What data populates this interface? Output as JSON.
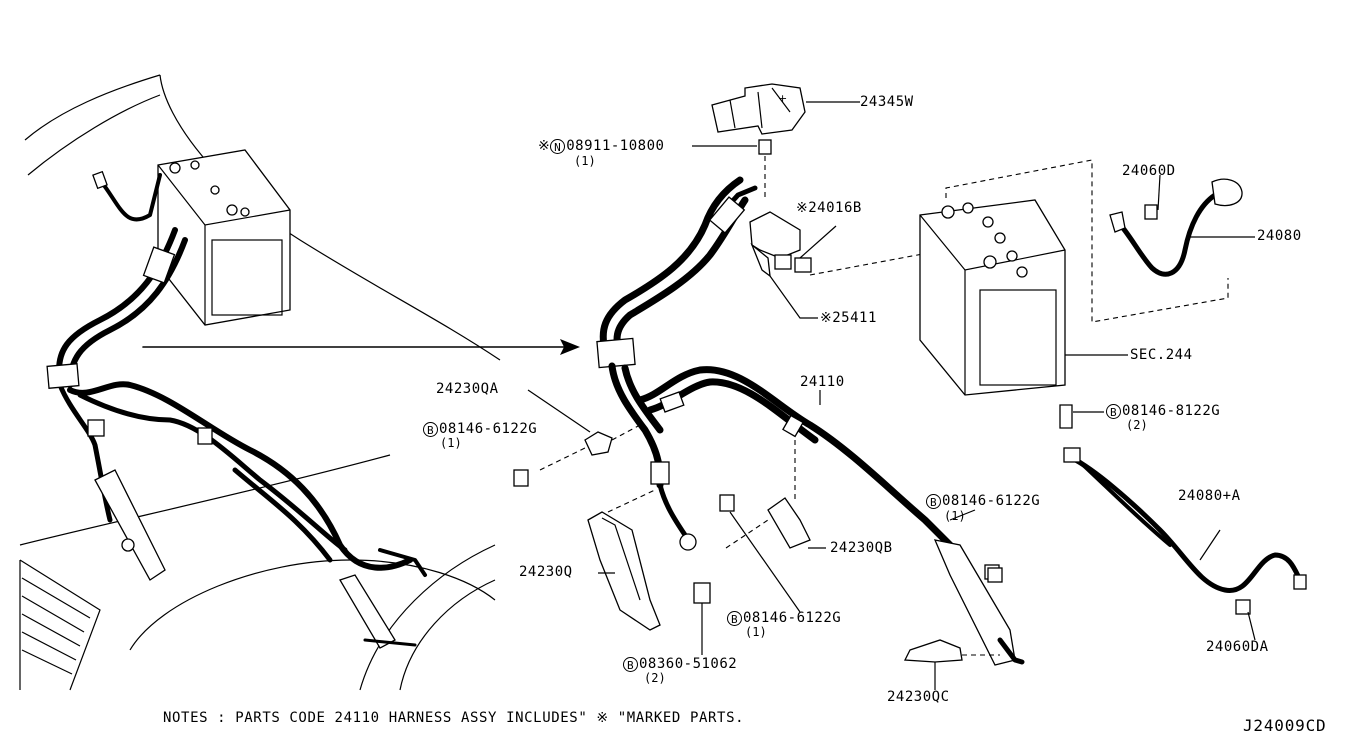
{
  "labels": {
    "p24345W": "24345W",
    "p08911_prefix": "※",
    "p08911_circle": "N",
    "p08911": "08911-10800",
    "p08911_qty": "(1)",
    "p24016B": "※24016B",
    "p25411": "※25411",
    "p24060D": "24060D",
    "p24080": "24080",
    "sec244": "SEC.244",
    "p24230QA": "24230QA",
    "b1_circle": "B",
    "b1": "08146-6122G",
    "b1_qty": "(1)",
    "p24110": "24110",
    "b2_circle": "B",
    "b2": "08146-8122G",
    "b2_qty": "(2)",
    "p24080A": "24080+A",
    "b3_circle": "B",
    "b3": "08146-6122G",
    "b3_qty": "(1)",
    "p24230QB": "24230QB",
    "p24230Q": "24230Q",
    "b4_circle": "B",
    "b4": "08146-6122G",
    "b4_qty": "(1)",
    "b5_circle": "B",
    "b5": "08360-51062",
    "b5_qty": "(2)",
    "p24060DA": "24060DA",
    "p24230QC": "24230QC"
  },
  "notes": "NOTES : PARTS CODE 24110  HARNESS ASSY INCLUDES\" ※ \"MARKED PARTS.",
  "diagram_code": "J24009CD",
  "battery_terminal_symbol": "+"
}
